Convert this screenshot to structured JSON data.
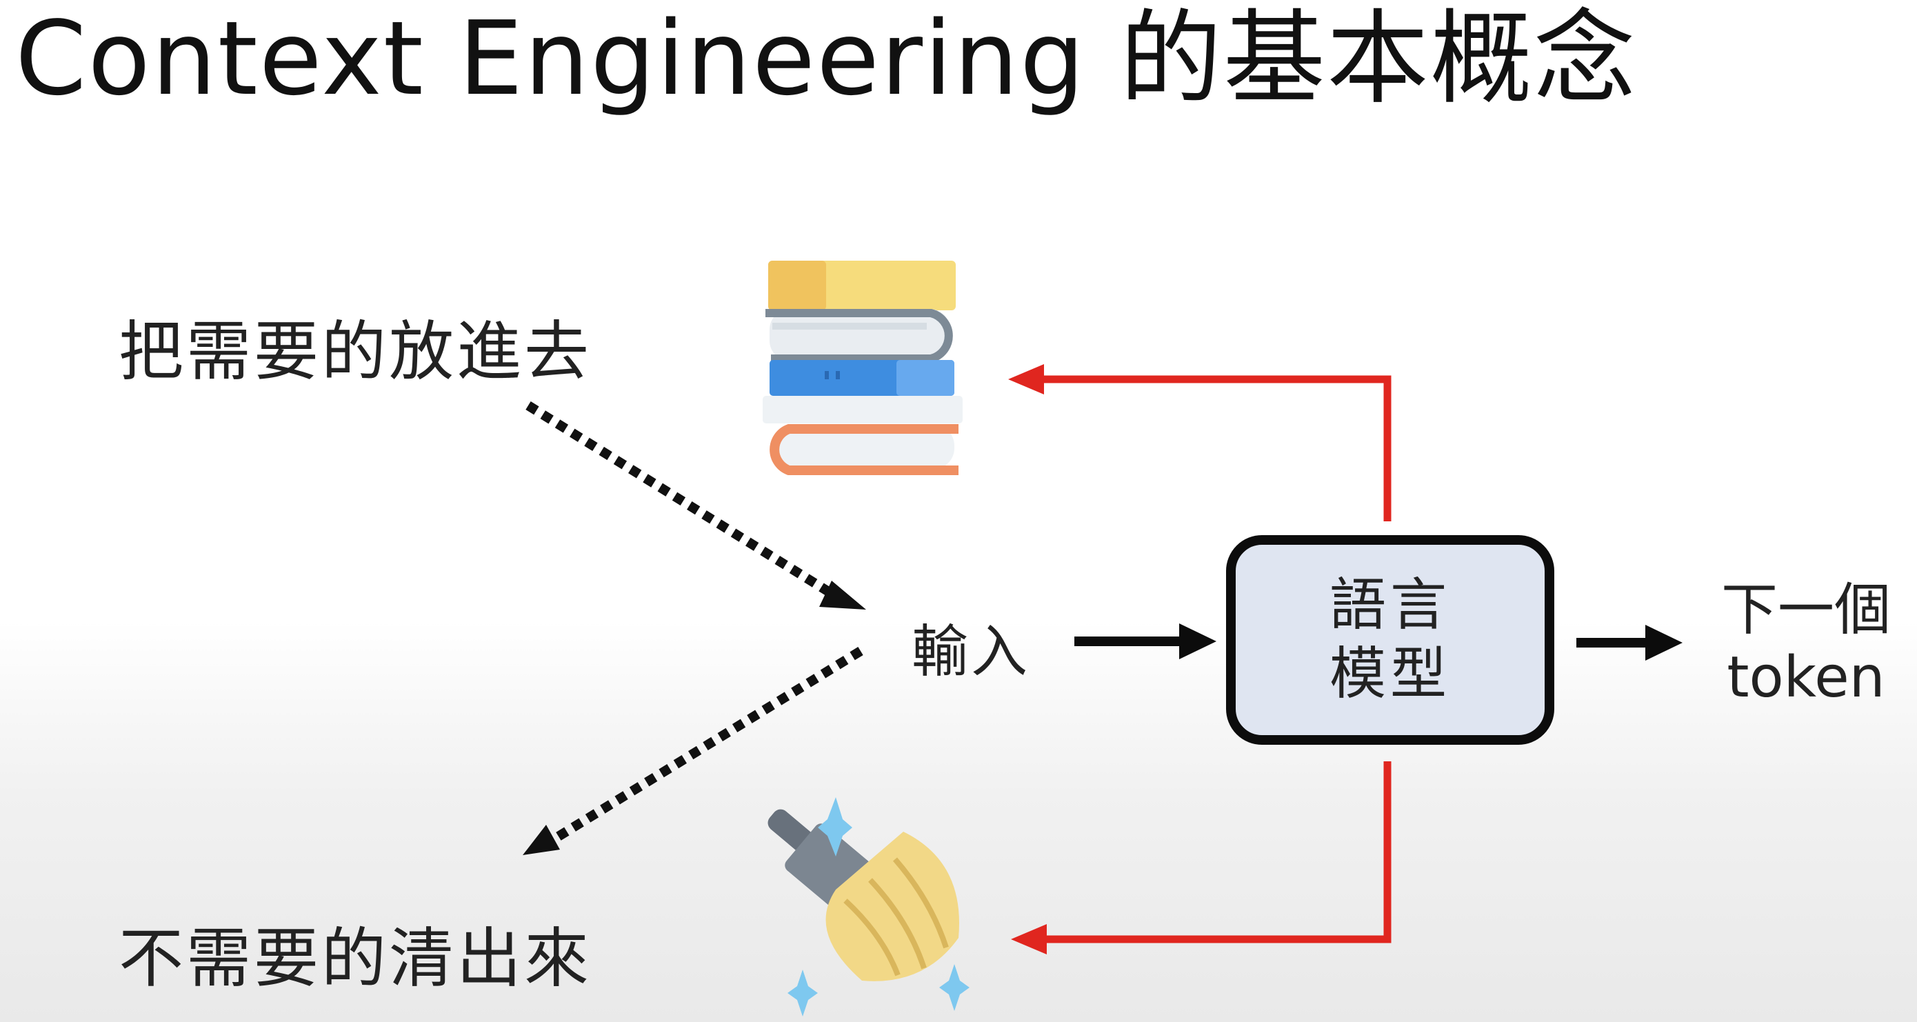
{
  "slide": {
    "title": "Context Engineering 的基本概念"
  },
  "diagram": {
    "put_in_label": "把需要的放進去",
    "clear_out_label": "不需要的清出來",
    "input_label": "輸入",
    "model_label_line1": "語言",
    "model_label_line2": "模型",
    "output_label_line1": "下一個",
    "output_label_line2": "token"
  },
  "colors": {
    "feedback_arrow": "#e0261f",
    "model_fill": "#dfe5f1",
    "model_border": "#0c0c0c",
    "dotted_arrow": "#111111"
  },
  "icons": {
    "books": "stack-of-books-icon",
    "broom": "broom-icon"
  }
}
